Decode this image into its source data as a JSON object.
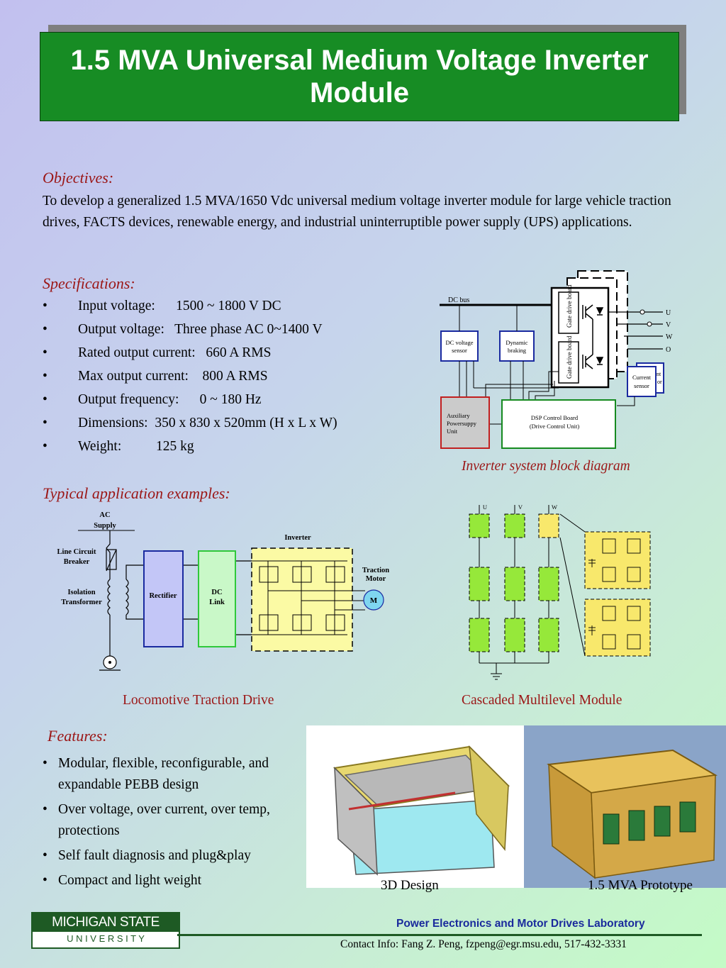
{
  "title": "1.5 MVA Universal Medium Voltage Inverter Module",
  "objectives": {
    "heading": "Objectives:",
    "text": "To develop a generalized 1.5 MVA/1650 Vdc universal medium voltage inverter module for large vehicle traction drives, FACTS devices, renewable energy, and industrial uninterruptible power supply (UPS) applications."
  },
  "specifications": {
    "heading": "Specifications:",
    "items": [
      "Input voltage:      1500 ~ 1800 V DC",
      "Output voltage:   Three phase AC 0~1400 V",
      "Rated output current:   660 A RMS",
      "Max output current:    800 A RMS",
      "Output frequency:      0 ~ 180 Hz",
      "Dimensions:  350 x 830 x 520mm (H x L x W)",
      "Weight:          125 kg"
    ]
  },
  "block_diagram": {
    "caption": "Inverter system block diagram",
    "dc_bus": "DC bus",
    "dc_voltage_sensor": [
      "DC voltage",
      "sensor"
    ],
    "dynamic_braking": [
      "Dynamic",
      "braking"
    ],
    "gate_drive_top": "Gate drive board",
    "gate_drive_bottom": "Gate drive board",
    "current_sensor": [
      "Current",
      "sensor"
    ],
    "current_sensor_back": [
      "nt",
      "or"
    ],
    "aux_power": [
      "Auxiliary",
      "Powersuppy",
      "Unit"
    ],
    "dsp_board": [
      "DSP Control Board",
      "(Drive Control Unit)"
    ],
    "outputs": [
      "U",
      "V",
      "W",
      "O"
    ]
  },
  "applications": {
    "heading": "Typical application examples:",
    "loco": {
      "caption": "Locomotive Traction Drive",
      "ac_supply": [
        "AC",
        "Supply"
      ],
      "breaker": [
        "Line Circuit",
        "Breaker"
      ],
      "transformer": [
        "Isolation",
        "Transformer"
      ],
      "rectifier": "Rectifier",
      "dc_link": [
        "DC",
        "Link"
      ],
      "inverter": "Inverter",
      "motor_label": [
        "Traction",
        "Motor"
      ],
      "motor": "M"
    },
    "cascaded": {
      "caption": "Cascaded Multilevel Module",
      "phases": [
        "U",
        "V",
        "W"
      ]
    }
  },
  "features": {
    "heading": "Features:",
    "items": [
      "Modular, flexible, reconfigurable, and expandable PEBB design",
      "Over voltage, over current, over temp, protections",
      "Self fault diagnosis and plug&play",
      "Compact and light weight"
    ]
  },
  "photos": {
    "design_caption": "3D Design",
    "prototype_caption": "1.5 MVA Prototype"
  },
  "footer": {
    "msu_top": "MICHIGAN STATE",
    "msu_bottom": "U N I V E R S I T Y",
    "lab": "Power Electronics and Motor Drives Laboratory",
    "contact": "Contact Info: Fang Z. Peng, fzpeng@egr.msu.edu, 517-432-3331"
  },
  "colors": {
    "title_bg": "#178c24",
    "heading_red": "#9b1616",
    "msu_green": "#1e5a24",
    "lab_blue": "#1a2a9c"
  }
}
